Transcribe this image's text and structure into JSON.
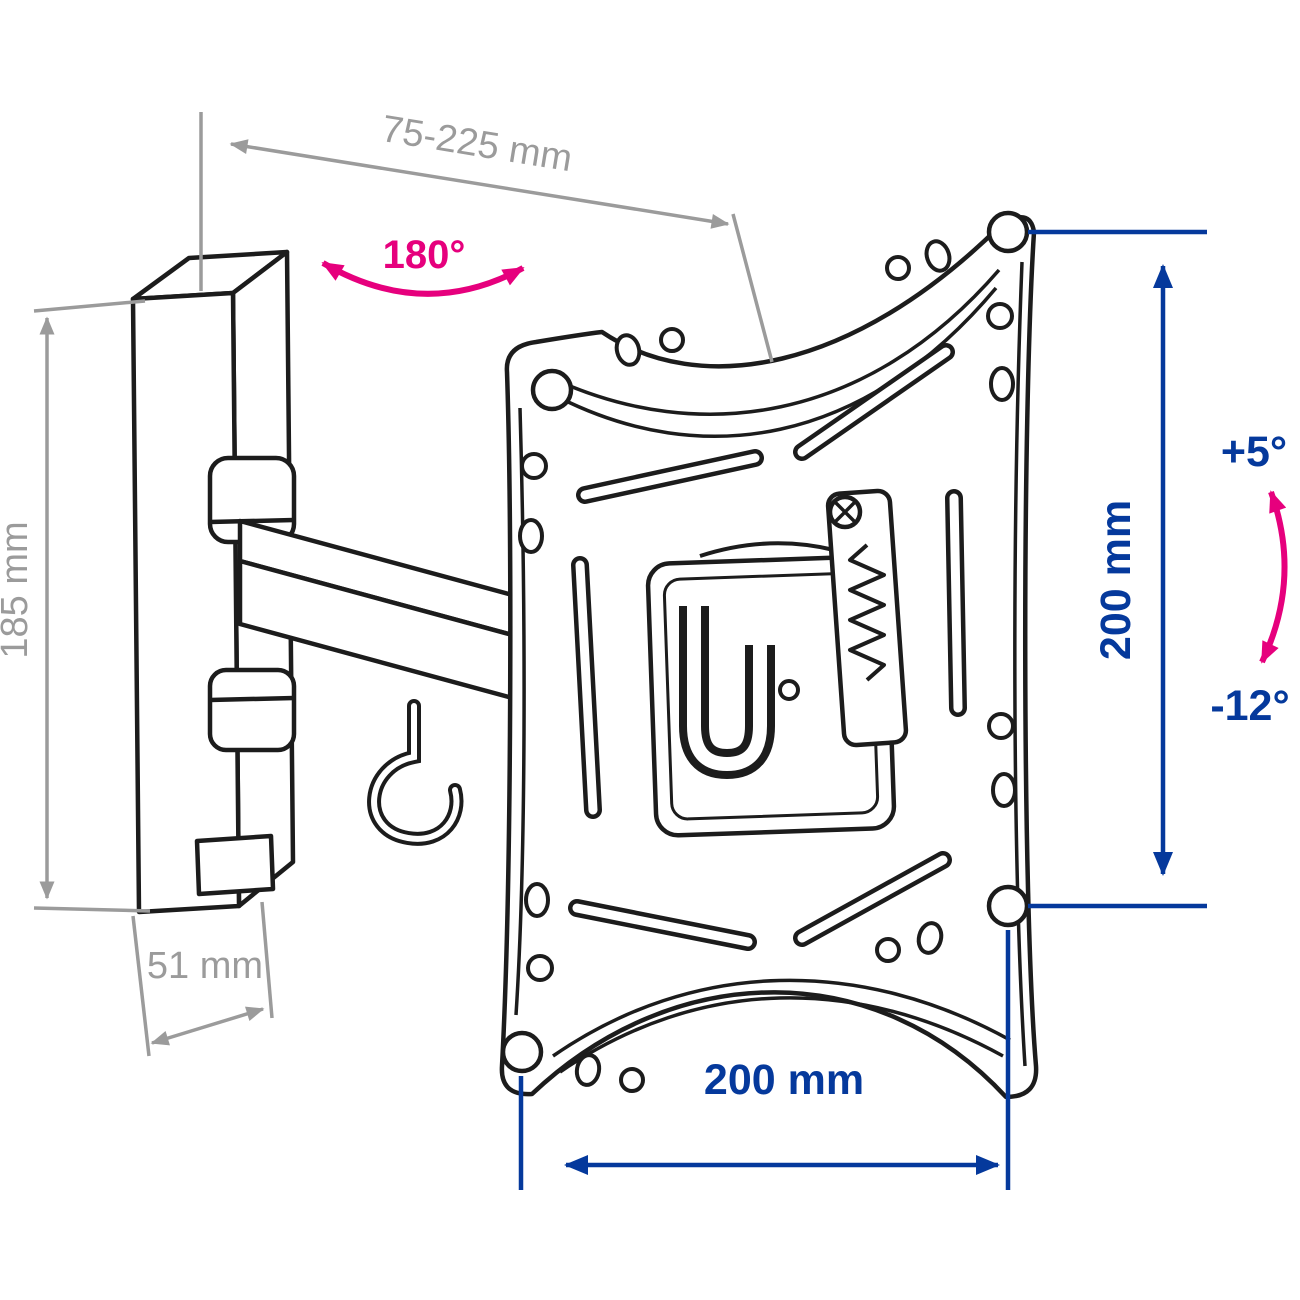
{
  "colors": {
    "outline": "#1c1c1c",
    "dim_gray": "#9b9b9b",
    "dim_blue": "#05399c",
    "accent_pink": "#e6007d",
    "background": "#ffffff"
  },
  "dimensions": {
    "arm_extension": {
      "label": "75-225 mm"
    },
    "swivel_angle": {
      "label": "180°"
    },
    "wall_plate_height": {
      "label": "185 mm"
    },
    "wall_plate_depth": {
      "label": "51 mm"
    },
    "vesa_height": {
      "label": "200 mm"
    },
    "vesa_width": {
      "label": "200 mm"
    },
    "tilt_up": {
      "label": "+5°"
    },
    "tilt_down": {
      "label": "-12°"
    }
  }
}
